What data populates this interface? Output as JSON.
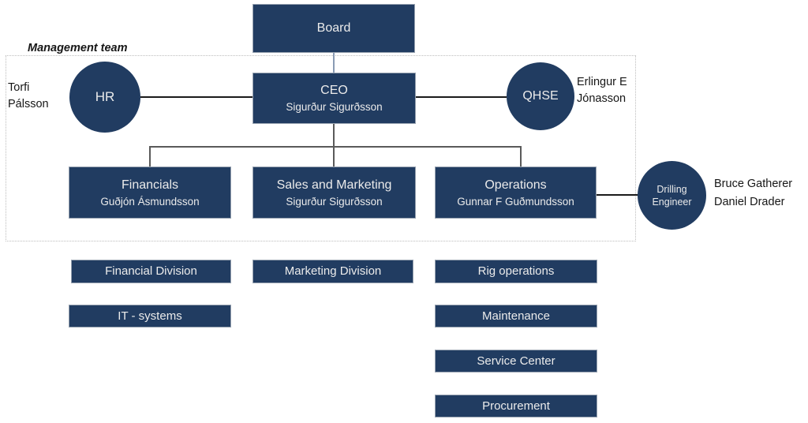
{
  "labels": {
    "management_team": "Management team",
    "hr_person": "Torfi\nPálsson",
    "qhse_person": "Erlingur E\nJónasson",
    "drilling_people": "Bruce Gatherer\nDaniel Drader"
  },
  "nodes": {
    "board": {
      "title": "Board"
    },
    "ceo": {
      "title": "CEO",
      "subtitle": "Sigurður Sigurðsson"
    },
    "hr": {
      "title": "HR"
    },
    "qhse": {
      "title": "QHSE"
    },
    "financials": {
      "title": "Financials",
      "subtitle": "Guðjón Ásmundsson"
    },
    "sales": {
      "title": "Sales and Marketing",
      "subtitle": "Sigurður Sigurðsson"
    },
    "operations": {
      "title": "Operations",
      "subtitle": "Gunnar  F Guðmundsson"
    },
    "drilling": {
      "title": "Drilling\nEngineer"
    }
  },
  "divisions": {
    "financial": "Financial Division",
    "marketing": "Marketing Division",
    "rig": "Rig operations",
    "it": "IT - systems",
    "maintenance": "Maintenance",
    "service": "Service Center",
    "procurement": "Procurement"
  },
  "colors": {
    "navy": "#213C61",
    "box-border": "#97A2B0",
    "box-text": "#EBEBEB",
    "frame-border": "#BDBDBD",
    "line-black": "#1A1A1A",
    "line-gray": "#5A5A5A",
    "line-blue": "#8A9BB4",
    "label-text": "#161616"
  }
}
